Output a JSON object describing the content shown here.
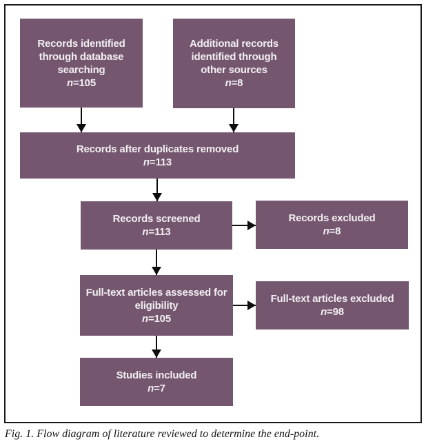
{
  "figure": {
    "caption": "Fig. 1. Flow diagram of literature reviewed to determine the end-point.",
    "boxes": [
      {
        "name": "records-identified",
        "lines": [
          "Records identified",
          "through database",
          "searching"
        ],
        "n": "n",
        "count": "=105"
      },
      {
        "name": "additional-records",
        "lines": [
          "Additional records",
          "identified through",
          "other sources"
        ],
        "n": "n",
        "count": "=8"
      },
      {
        "name": "duplicates-removed",
        "lines": [
          "Records after duplicates removed"
        ],
        "n": "n",
        "count": "=113"
      },
      {
        "name": "records-screened",
        "lines": [
          "Records screened"
        ],
        "n": "n",
        "count": "=113"
      },
      {
        "name": "records-excluded",
        "lines": [
          "Records excluded"
        ],
        "n": "n",
        "count": "=8"
      },
      {
        "name": "fulltext-assessed",
        "lines": [
          "Full-text articles assessed for",
          "eligibility"
        ],
        "n": "n",
        "count": "=105"
      },
      {
        "name": "fulltext-excluded",
        "lines": [
          "Full-text articles excluded"
        ],
        "n": "n",
        "count": "=98"
      },
      {
        "name": "studies-included",
        "lines": [
          "Studies included"
        ],
        "n": "n",
        "count": "=7"
      }
    ],
    "colors": {
      "box_fill": "#74576f",
      "box_text": "#f2eef2",
      "line": "#0d0d0d",
      "frame": "#1a1a1a",
      "background": "#ffffff"
    }
  }
}
